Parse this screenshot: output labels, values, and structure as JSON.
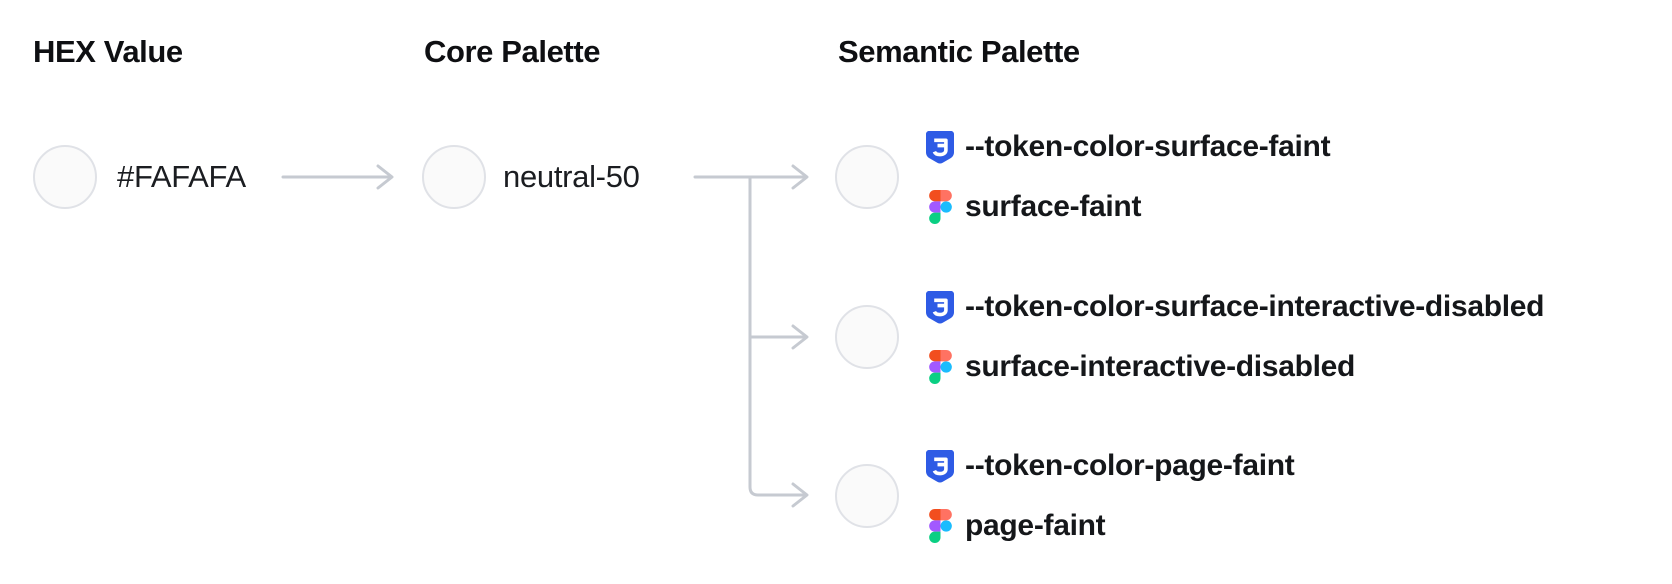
{
  "headers": {
    "hex": "HEX Value",
    "core": "Core Palette",
    "semantic": "Semantic Palette"
  },
  "hex_node": {
    "swatch_color": "#FAFAFA",
    "label": "#FAFAFA"
  },
  "core_node": {
    "swatch_color": "#FAFAFA",
    "label": "neutral-50"
  },
  "semantic_nodes": [
    {
      "swatch_color": "#FAFAFA",
      "css_variable": "--token-color-surface-faint",
      "figma_token": "surface-faint"
    },
    {
      "swatch_color": "#FAFAFA",
      "css_variable": "--token-color-surface-interactive-disabled",
      "figma_token": "surface-interactive-disabled"
    },
    {
      "swatch_color": "#FAFAFA",
      "css_variable": "--token-color-page-faint",
      "figma_token": "page-faint"
    }
  ],
  "colors": {
    "connector": "#C6CAD1",
    "swatch_border": "#E0E2E7",
    "css_icon_blue": "#2E5BE5",
    "figma_orange": "#F24E1E",
    "figma_salmon": "#FF7262",
    "figma_purple": "#A259FF",
    "figma_blue": "#1ABCFE",
    "figma_green": "#0ACF83"
  }
}
